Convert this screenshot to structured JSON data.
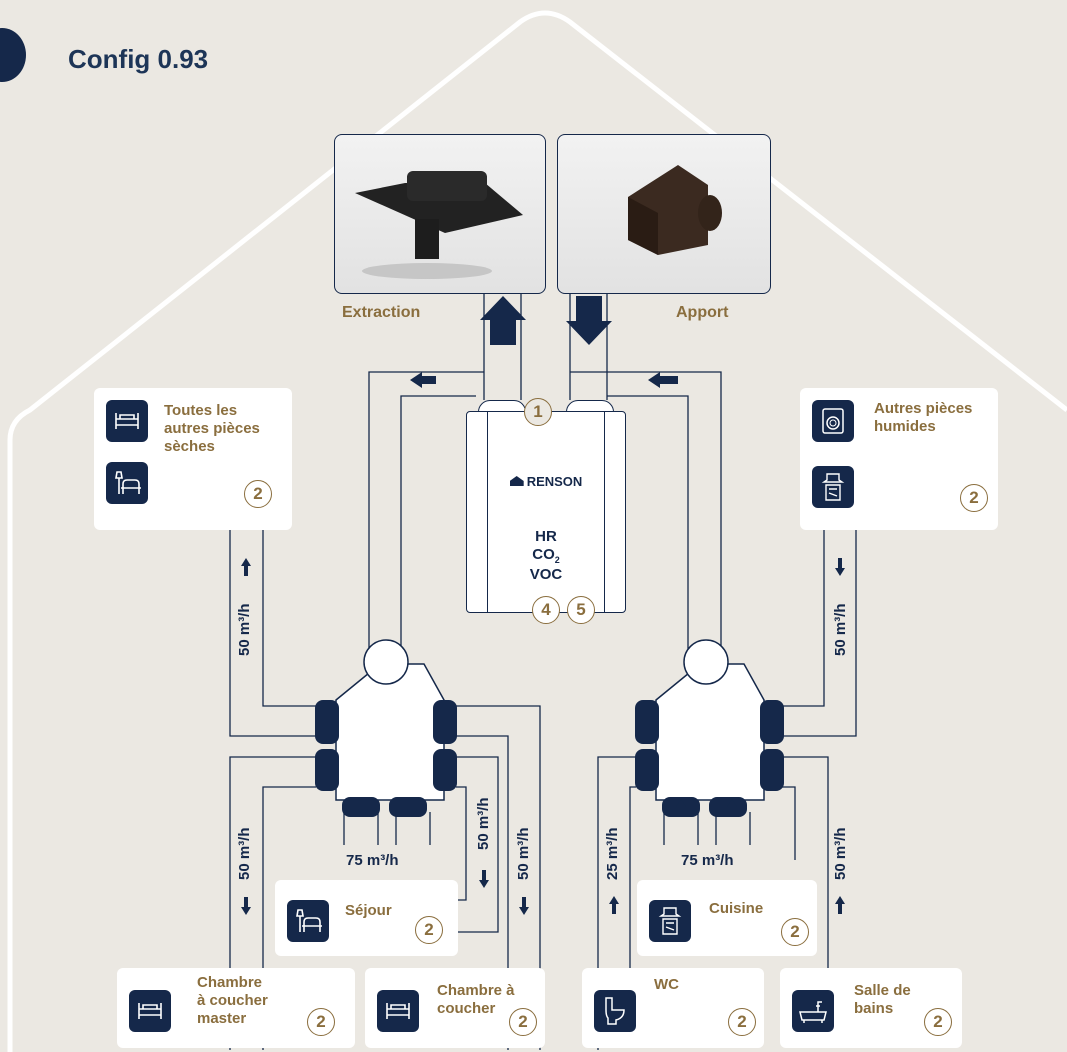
{
  "title": "Config 0.93",
  "roof_outputs": {
    "extraction_label": "Extraction",
    "apport_label": "Apport"
  },
  "unit": {
    "brand": "RENSON",
    "lines": [
      "HR",
      "CO",
      "VOC"
    ],
    "co_subscript": "2",
    "badge_top": "1",
    "badge_bottom_left": "4",
    "badge_bottom_right": "5"
  },
  "rooms": {
    "dry_other": {
      "label_lines": [
        "Toutes les",
        "autres pièces",
        "sèches"
      ],
      "badge": "2"
    },
    "wet_other": {
      "label_lines": [
        "Autres pièces",
        "humides"
      ],
      "badge": "2"
    },
    "sejour": {
      "label": "Séjour",
      "badge": "2"
    },
    "cuisine": {
      "label": "Cuisine",
      "badge": "2"
    },
    "chambre_master": {
      "label_lines": [
        "Chambre",
        "à coucher",
        "master"
      ],
      "badge": "2"
    },
    "chambre": {
      "label_lines": [
        "Chambre à",
        "coucher"
      ],
      "badge": "2"
    },
    "wc": {
      "label": "WC",
      "badge": "2"
    },
    "salle_de_bains": {
      "label_lines": [
        "Salle de",
        "bains"
      ],
      "badge": "2"
    }
  },
  "flows": {
    "dry_other": "50 m³/h",
    "wet_other": "50 m³/h",
    "left_bottom_1": "50 m³/h",
    "left_center": "75 m³/h",
    "left_right_1": "50 m³/h",
    "left_right_2": "50 m³/h",
    "right_wc": "25 m³/h",
    "right_center": "75 m³/h",
    "right_bath": "50 m³/h"
  },
  "colors": {
    "background": "#ebe8e2",
    "navy": "#15284a",
    "gold": "#8a6e3e",
    "white": "#ffffff"
  },
  "icons": {
    "dry_other": [
      "bed-icon",
      "armchair-lamp-icon"
    ],
    "wet_other": [
      "washing-machine-icon",
      "cooker-hood-icon"
    ],
    "sejour": "armchair-lamp-icon",
    "cuisine": "cooker-hood-icon",
    "chambre_master": "bed-icon",
    "chambre": "bed-icon",
    "wc": "toilet-icon",
    "salle_de_bains": "bathtub-icon"
  }
}
